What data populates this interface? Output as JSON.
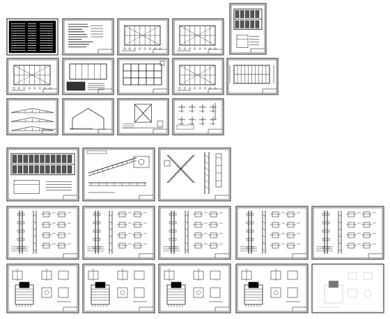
{
  "colors": {
    "background": "#ffffff",
    "sheet_border": "#000000",
    "line": "#000000",
    "frame_last": "#bdbdbd",
    "dark_panel": "#000000"
  },
  "sheets": [
    {
      "id": "r1-1",
      "kind": "index"
    },
    {
      "id": "r1-2",
      "kind": "notes"
    },
    {
      "id": "r1-3",
      "kind": "plan"
    },
    {
      "id": "r1-4",
      "kind": "plan"
    },
    {
      "id": "r1-5",
      "kind": "elevation"
    },
    {
      "id": "r2-1",
      "kind": "plan"
    },
    {
      "id": "r2-2",
      "kind": "plan-table"
    },
    {
      "id": "r2-3",
      "kind": "grid"
    },
    {
      "id": "r2-4",
      "kind": "plan"
    },
    {
      "id": "r2-5",
      "kind": "elevation-grid"
    },
    {
      "id": "r3-1",
      "kind": "truss"
    },
    {
      "id": "r3-2",
      "kind": "frame"
    },
    {
      "id": "r3-3",
      "kind": "cross-brace"
    },
    {
      "id": "r3-4",
      "kind": "details"
    },
    {
      "id": "r4-1",
      "kind": "elevation"
    },
    {
      "id": "r4-2",
      "kind": "slope"
    },
    {
      "id": "r4-3",
      "kind": "x-brace"
    },
    {
      "id": "r5-1",
      "kind": "column-details"
    },
    {
      "id": "r5-2",
      "kind": "column-details"
    },
    {
      "id": "r5-3",
      "kind": "column-details"
    },
    {
      "id": "r5-4",
      "kind": "column-details"
    },
    {
      "id": "r5-5",
      "kind": "column-details"
    },
    {
      "id": "r6-1",
      "kind": "base-details"
    },
    {
      "id": "r6-2",
      "kind": "base-details"
    },
    {
      "id": "r6-3",
      "kind": "base-details"
    },
    {
      "id": "r6-4",
      "kind": "base-details"
    },
    {
      "id": "r6-5",
      "kind": "base-details-light"
    }
  ]
}
